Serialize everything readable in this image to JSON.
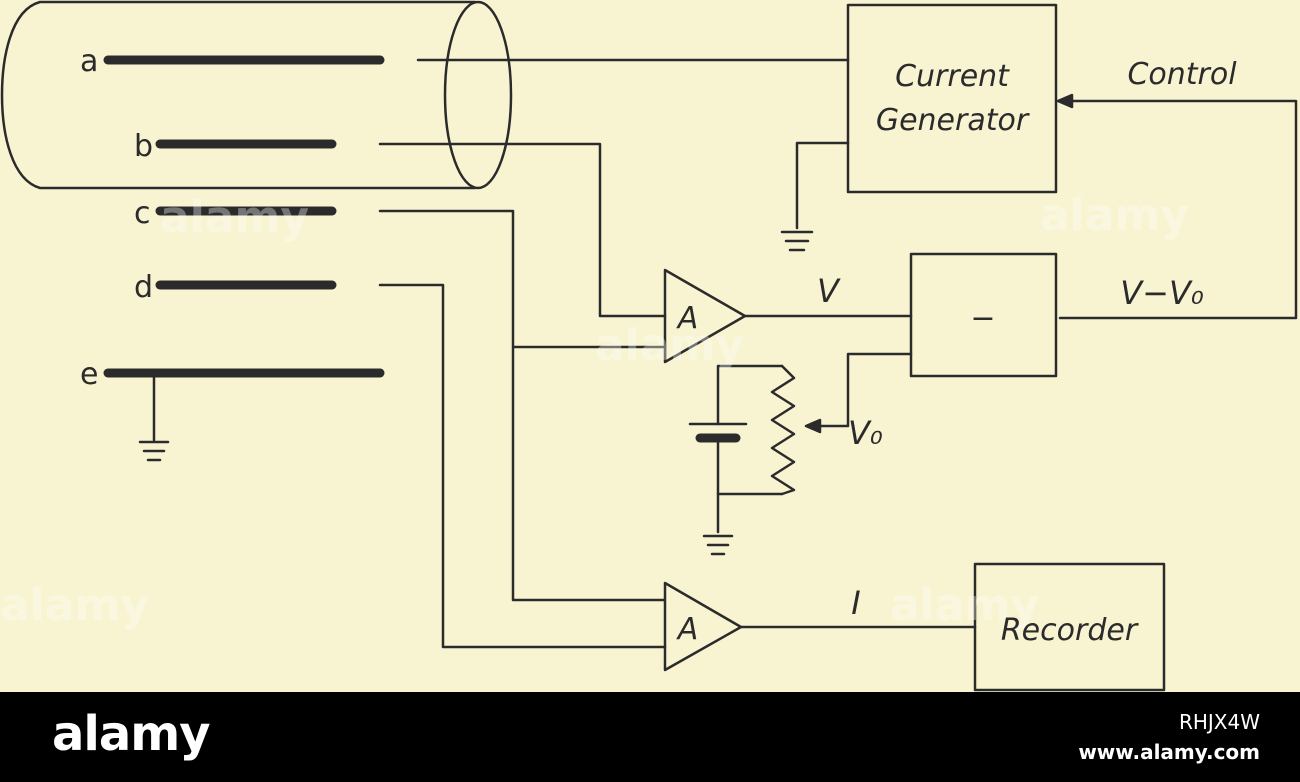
{
  "labels": {
    "a": "a",
    "b": "b",
    "c": "c",
    "d": "d",
    "e": "e"
  },
  "blocks": {
    "current_generator_line1": "Current",
    "current_generator_line2": "Generator",
    "control": "Control",
    "subtractor": "−",
    "recorder": "Recorder",
    "amp_top": "A",
    "amp_bottom": "A"
  },
  "signals": {
    "v": "V",
    "v_minus_v0": "V−V₀",
    "v0": "V₀",
    "i": "I"
  },
  "watermark": {
    "text": "alamy"
  },
  "footer": {
    "logo": "alamy",
    "image_id": "RHJX4W",
    "url": "www.alamy.com"
  },
  "colors": {
    "background": "#f8f4d2",
    "ink": "#2b2b2b",
    "footer_bg": "#000000"
  }
}
